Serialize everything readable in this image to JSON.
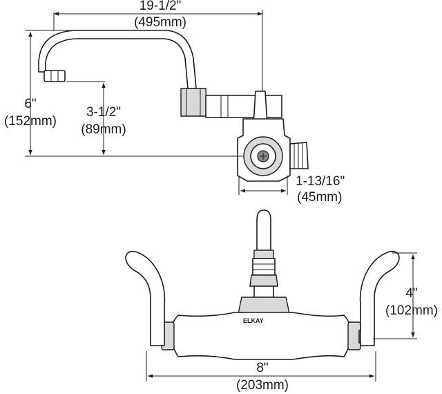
{
  "side_view": {
    "spout_reach": {
      "imperial": "19-1/2\"",
      "metric": "(495mm)"
    },
    "overall_height": {
      "imperial": "6\"",
      "metric": "(152mm)"
    },
    "outlet_height": {
      "imperial": "3-1/2\"",
      "metric": "(89mm)"
    },
    "body_depth": {
      "imperial": "1-13/16\"",
      "metric": "(45mm)"
    }
  },
  "front_view": {
    "brand": "ELKAY",
    "handle_height": {
      "imperial": "4\"",
      "metric": "(102mm)"
    },
    "centers": {
      "imperial": "8\"",
      "metric": "(203mm)"
    }
  },
  "colors": {
    "line": "#1a1a1a",
    "shade": "#d9d9d9",
    "dark": "#8a8a8a"
  }
}
